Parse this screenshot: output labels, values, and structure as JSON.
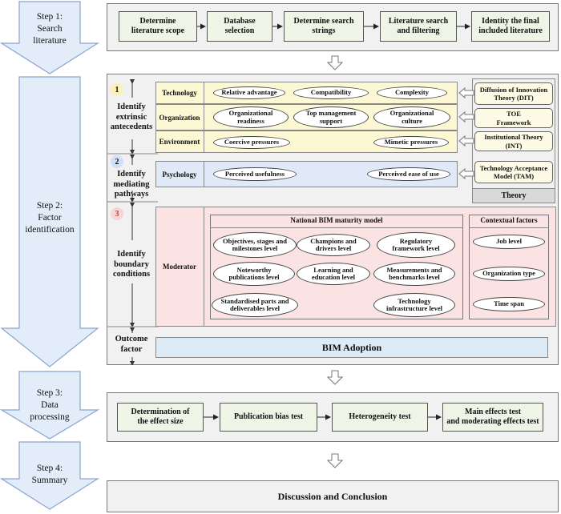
{
  "steps": [
    {
      "label": "Step 1:\nSearch\nliterature"
    },
    {
      "label": "Step 2:\nFactor\nidentification"
    },
    {
      "label": "Step 3:\nData\nprocessing"
    },
    {
      "label": "Step 4:\nSummary"
    }
  ],
  "step1_boxes": [
    "Determine\nliterature scope",
    "Database\nselection",
    "Determine search\nstrings",
    "Literature search\nand filtering",
    "Identity  the final\nincluded literature"
  ],
  "section1": {
    "number": "1",
    "label": "Identify\nextrinsic\nantecedents",
    "technology": {
      "label": "Technology",
      "items": [
        "Relative advantage",
        "Compatibility",
        "Complexity"
      ]
    },
    "organization": {
      "label": "Organization",
      "items": [
        "Organizational\nreadiness",
        "Top management\nsupport",
        "Organizational\nculture"
      ]
    },
    "environment": {
      "label": "Environment",
      "items": [
        "Coercive pressures",
        "Mimetic pressures"
      ]
    }
  },
  "section2": {
    "number": "2",
    "label": "Identify\nmediating\npathways",
    "psychology": {
      "label": "Psychology",
      "items": [
        "Perceived usefulness",
        "Perceived ease of use"
      ]
    }
  },
  "section3": {
    "number": "3",
    "label": "Identify\nboundary\nconditions",
    "moderator_label": "Moderator",
    "maturity": {
      "title": "National BIM maturity model",
      "items": [
        "Objectives, stages and\nmilestones level",
        "Champions and\ndrivers level",
        "Regulatory\nframework level",
        "Noteworthy\npublications level",
        "Learning and\neducation level",
        "Measurements and\nbenchmarks level",
        "Standardised parts and\ndeliverables level",
        "Technology\ninfrastructure level"
      ]
    },
    "contextual": {
      "title": "Contextual factors",
      "items": [
        "Job level",
        "Organization type",
        "Time span"
      ]
    }
  },
  "outcome": {
    "label": "Outcome\nfactor",
    "box": "BIM Adoption"
  },
  "theories": [
    "Diffusion of Innovation\nTheory (DIT)",
    "TOE\nFramework",
    "Institutional Theory\n(INT)",
    "Technology Acceptance\nModel (TAM)"
  ],
  "theory_label": "Theory",
  "step3_boxes": [
    "Determination of\nthe effect size",
    "Publication bias test",
    "Heterogeneity test",
    "Main effects test\nand moderating effects test"
  ],
  "summary": "Discussion and Conclusion",
  "colors": {
    "step_arrow_fill": "#e3ecf9",
    "step_arrow_stroke": "#8aa3cf",
    "panel": "#f1f1f1",
    "green_box": "#eef5e6",
    "yellow_band": "#fdf8d4",
    "blue_band": "#dfe9f8",
    "pink_band": "#fbe3e3",
    "bim_box": "#dcebf6",
    "theory_footer": "#d9d9d9"
  }
}
